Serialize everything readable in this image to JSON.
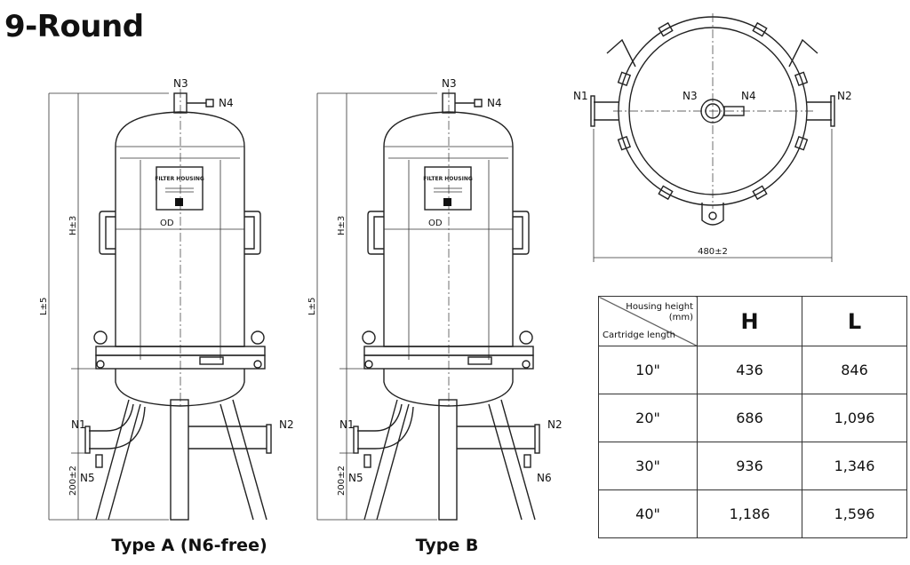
{
  "title": "9-Round",
  "type_a": {
    "caption": "Type A  (N6-free)",
    "nozzles": [
      "N1",
      "N2",
      "N3",
      "N4",
      "N5"
    ],
    "dims": {
      "L": "L±5",
      "H": "H±3",
      "OD": "OD",
      "leg": "200±2"
    },
    "label": "FILTER HOUSING"
  },
  "type_b": {
    "caption": "Type B",
    "nozzles": [
      "N1",
      "N2",
      "N3",
      "N4",
      "N5",
      "N6"
    ],
    "dims": {
      "L": "L±5",
      "H": "H±3",
      "OD": "OD",
      "leg": "200±2"
    },
    "label": "FILTER HOUSING"
  },
  "top_view": {
    "nozzles": [
      "N1",
      "N2",
      "N3",
      "N4"
    ],
    "diameter": "480±2"
  },
  "table": {
    "corner_top": "Housing height (mm)",
    "corner_bottom": "Cartridge length",
    "headers": [
      "H",
      "L"
    ],
    "rows": [
      {
        "length": "10\"",
        "H": "436",
        "L": "846"
      },
      {
        "length": "20\"",
        "H": "686",
        "L": "1,096"
      },
      {
        "length": "30\"",
        "H": "936",
        "L": "1,346"
      },
      {
        "length": "40\"",
        "H": "1,186",
        "L": "1,596"
      }
    ]
  }
}
